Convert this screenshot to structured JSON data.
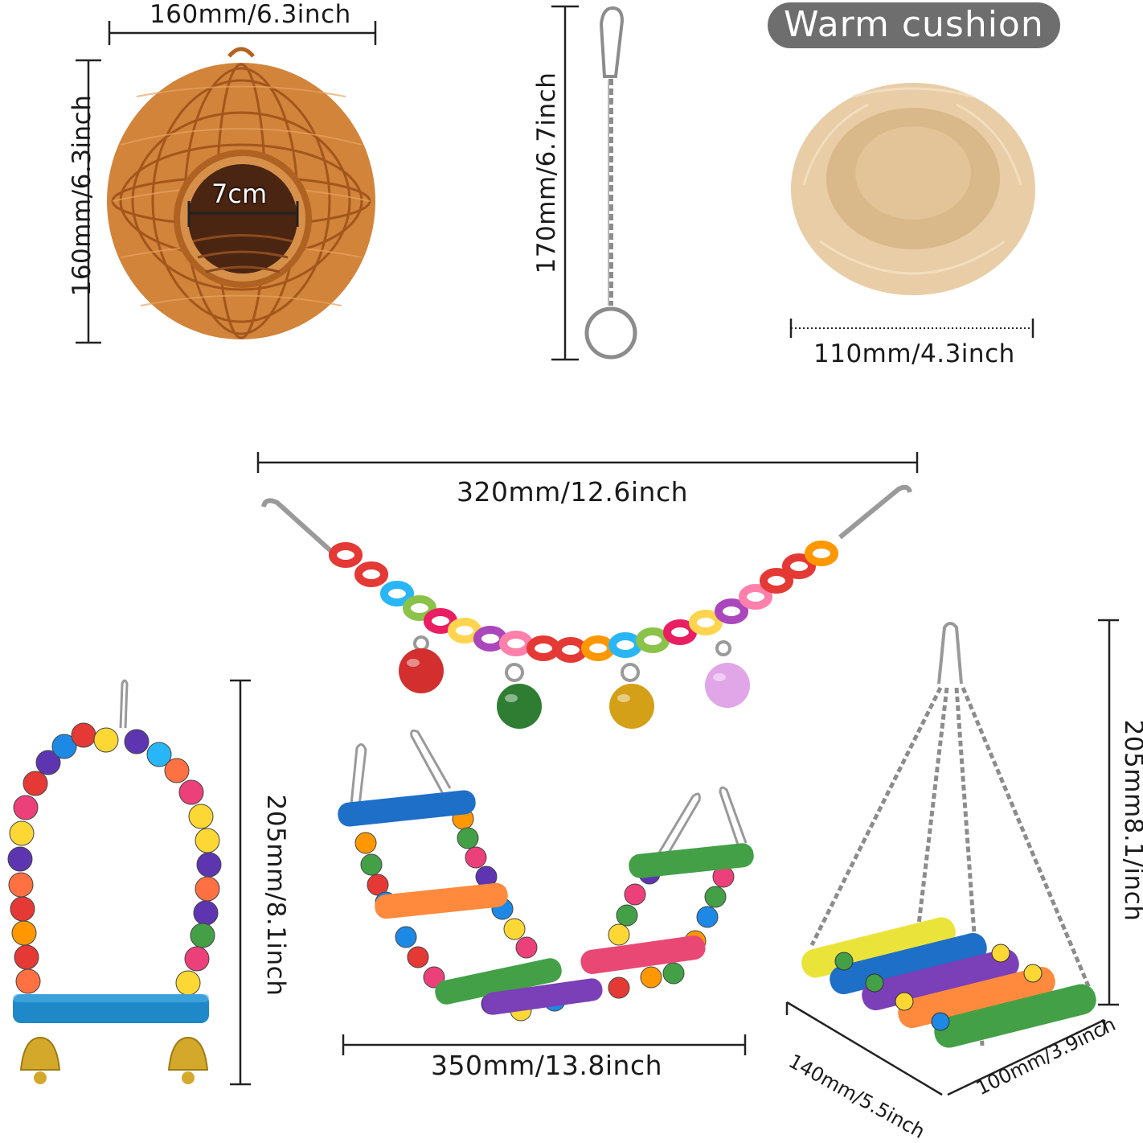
{
  "badge": {
    "text": "Warm cushion",
    "color": "#6e6e6e"
  },
  "dimensions": {
    "nest_width": "160mm/6.3inch",
    "nest_height": "160mm/6.3inch",
    "nest_opening": "7cm",
    "chain_length": "170mm/6.7inch",
    "cushion_width": "110mm/4.3inch",
    "bell_chain_length": "320mm/12.6inch",
    "swing_height": "205mm/8.1inch",
    "ladder_bridge_length": "350mm/13.8inch",
    "hanging_ladder_height": "205mm8.1/inch",
    "hanging_ladder_depth": "140mm/5.5inch",
    "hanging_ladder_width": "100mm/3.9inch"
  },
  "products": [
    {
      "name": "woven-grass-nest",
      "color": "#c9732a"
    },
    {
      "name": "hanging-chain",
      "color": "#9a9a9a"
    },
    {
      "name": "plush-cushion",
      "color": "#ecd2ad"
    },
    {
      "name": "bell-chain-toy",
      "color": "#e8443a"
    },
    {
      "name": "bead-swing",
      "color": "#1e88c8"
    },
    {
      "name": "ladder-bridge",
      "color": "#43a047"
    },
    {
      "name": "hanging-ladder",
      "color": "#f4e04d"
    }
  ]
}
